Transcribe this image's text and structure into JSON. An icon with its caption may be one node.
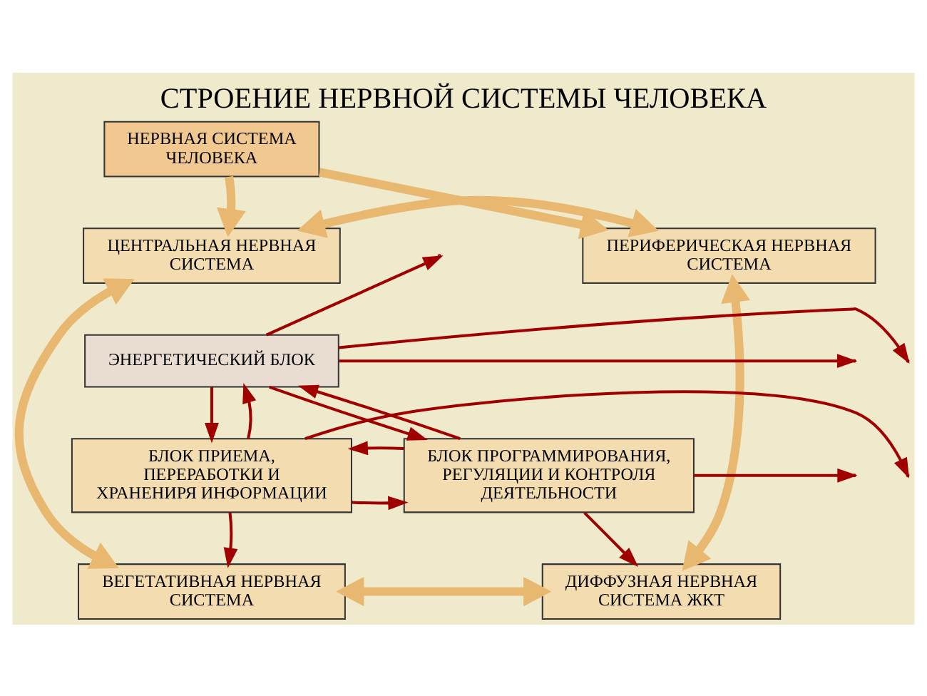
{
  "diagram": {
    "title": "СТРОЕНИЕ НЕРВНОЙ СИСТЕМЫ ЧЕЛОВЕКА",
    "nodes": [
      {
        "text": [
          "НЕРВНАЯ СИСТЕМА ЧЕЛОВЕКА"
        ]
      },
      {
        "text": [
          "ЦЕНТРАЛЬНАЯ НЕРВНАЯ СИСТЕМА"
        ]
      },
      {
        "text": [
          "ПЕРИФЕРИЧЕСКАЯ НЕРВНАЯ СИСТЕМА"
        ]
      },
      {
        "text": [
          "ЭНЕРГЕТИЧЕСКИЙ БЛОК"
        ]
      },
      {
        "text": [
          "БЛОК ПРИЕМА, ПЕРЕРАБОТКИ И ХРАНЕНИРЯ ИНФОРМАЦИИ"
        ]
      },
      {
        "text": [
          "БЛОК ПРОГРАММИРОВАНИЯ, РЕГУЛЯЦИИ И КОНТРОЛЯ ДЕЯТЕЛЬНОСТИ"
        ]
      },
      {
        "text": [
          "ВЕГЕТАТИВНАЯ НЕРВНАЯ СИСТЕМА"
        ]
      },
      {
        "text": [
          "ДИФФУЗНАЯ НЕРВНАЯ СИСТЕМА ЖКТ"
        ]
      }
    ],
    "edges": [
      {
        "from": 0,
        "to": 1,
        "arrow": "to",
        "style": "thick",
        "color": "#e8b870"
      },
      {
        "from": 0,
        "to": 2,
        "arrow": "to",
        "style": "thick",
        "color": "#e8b870"
      },
      {
        "from": 1,
        "to": 2,
        "arrow": "both",
        "style": "thick",
        "color": "#e8b870"
      },
      {
        "from": 3,
        "to": null,
        "arrow": "to"
      },
      {
        "from": 3,
        "to": null,
        "arrow": "to"
      },
      {
        "from": 3,
        "to": null,
        "arrow": "to"
      },
      {
        "from": 3,
        "to": 4,
        "arrow": "to"
      },
      {
        "from": 4,
        "to": 3,
        "arrow": "to"
      },
      {
        "from": 3,
        "to": 5,
        "arrow": "to"
      },
      {
        "from": 5,
        "to": 3,
        "arrow": "to"
      },
      {
        "from": 4,
        "to": null,
        "arrow": "to"
      },
      {
        "from": 4,
        "to": 5,
        "arrow": "to"
      },
      {
        "from": 5,
        "to": 4,
        "arrow": "to"
      },
      {
        "from": 5,
        "to": null,
        "arrow": "to"
      },
      {
        "from": 1,
        "to": 6,
        "arrow": "both",
        "style": "thick",
        "color": "#e8b870"
      },
      {
        "from": 2,
        "to": 7,
        "arrow": "both",
        "style": "thick",
        "color": "#e8b870"
      },
      {
        "from": 4,
        "to": 6,
        "arrow": "to"
      },
      {
        "from": 5,
        "to": 7,
        "arrow": "to"
      },
      {
        "from": 6,
        "to": 7,
        "arrow": "both",
        "style": "thick",
        "color": "#e8b870"
      }
    ]
  }
}
